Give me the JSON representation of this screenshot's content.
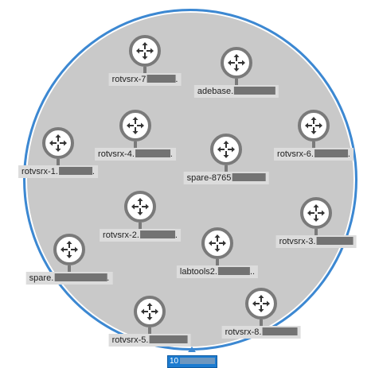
{
  "group": {
    "count_badge": "10"
  },
  "icons": {
    "router": "router-icon"
  },
  "nodes": [
    {
      "label": "rotvsrx-7",
      "tail": "."
    },
    {
      "label": "adebase.",
      "tail": ""
    },
    {
      "label": "rotvsrx-4.",
      "tail": "."
    },
    {
      "label": "rotvsrx-6.",
      "tail": "."
    },
    {
      "label": "rotvsrx-1.",
      "tail": "."
    },
    {
      "label": "spare-8765",
      "tail": ""
    },
    {
      "label": "rotvsrx-2.",
      "tail": "."
    },
    {
      "label": "rotvsrx-3.",
      "tail": ""
    },
    {
      "label": "labtools2.",
      "tail": ".."
    },
    {
      "label": "spare.",
      "tail": "."
    },
    {
      "label": "rotvsrx-5.",
      "tail": ""
    },
    {
      "label": "rotvsrx-8.",
      "tail": ""
    }
  ],
  "colors": {
    "group_fill": "#c9c9c9",
    "group_border": "#3c88d2",
    "router_ring": "#7a7a7a",
    "label_bg": "#dcdcdc",
    "badge_bg": "#1b7bd0"
  }
}
